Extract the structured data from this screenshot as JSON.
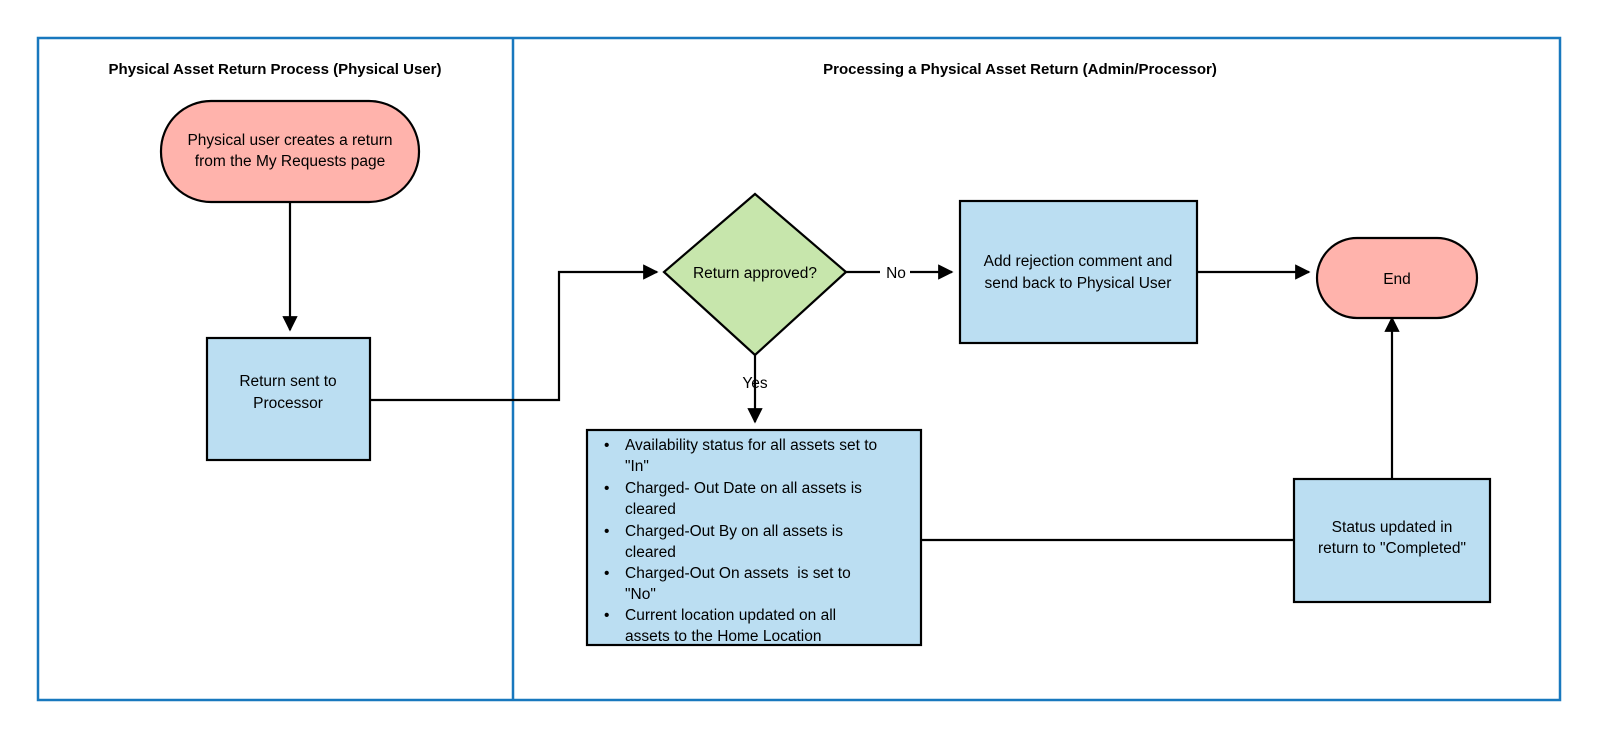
{
  "diagram": {
    "type": "flowchart",
    "lanes": [
      {
        "id": "lane-left",
        "title": "Physical Asset Return Process (Physical User)"
      },
      {
        "id": "lane-right",
        "title": "Processing a Physical Asset Return (Admin/Processor)"
      }
    ],
    "nodes": {
      "start": {
        "shape": "stadium",
        "lines": [
          "Physical user creates a return",
          "from the My Requests page"
        ]
      },
      "return_sent": {
        "shape": "rectangle",
        "lines": [
          "Return sent to",
          "Processor"
        ]
      },
      "decision": {
        "shape": "diamond",
        "lines": [
          "Return approved?"
        ]
      },
      "rejection": {
        "shape": "rectangle",
        "lines": [
          "Add rejection comment and",
          "send back to Physical User"
        ]
      },
      "end": {
        "shape": "stadium",
        "lines": [
          "End"
        ]
      },
      "asset_updates": {
        "shape": "rectangle-bullets",
        "bullets": [
          [
            "Availability status for all assets set to",
            "\"In\""
          ],
          [
            "Charged- Out Date on all assets is",
            "cleared"
          ],
          [
            "Charged-Out By on all assets is",
            "cleared"
          ],
          [
            "Charged-Out On assets  is set to",
            "\"No\""
          ],
          [
            "Current location updated on all",
            "assets to the Home Location"
          ]
        ]
      },
      "status_updated": {
        "shape": "rectangle",
        "lines": [
          "Status updated in",
          "return to \"Completed\""
        ]
      }
    },
    "edge_labels": {
      "no": "No",
      "yes": "Yes"
    },
    "colors": {
      "lane_border": "#1878be",
      "terminator_fill": "#ffb3ac",
      "process_fill": "#bbdef2",
      "decision_fill": "#c7e6ac",
      "stroke": "#000000"
    }
  }
}
